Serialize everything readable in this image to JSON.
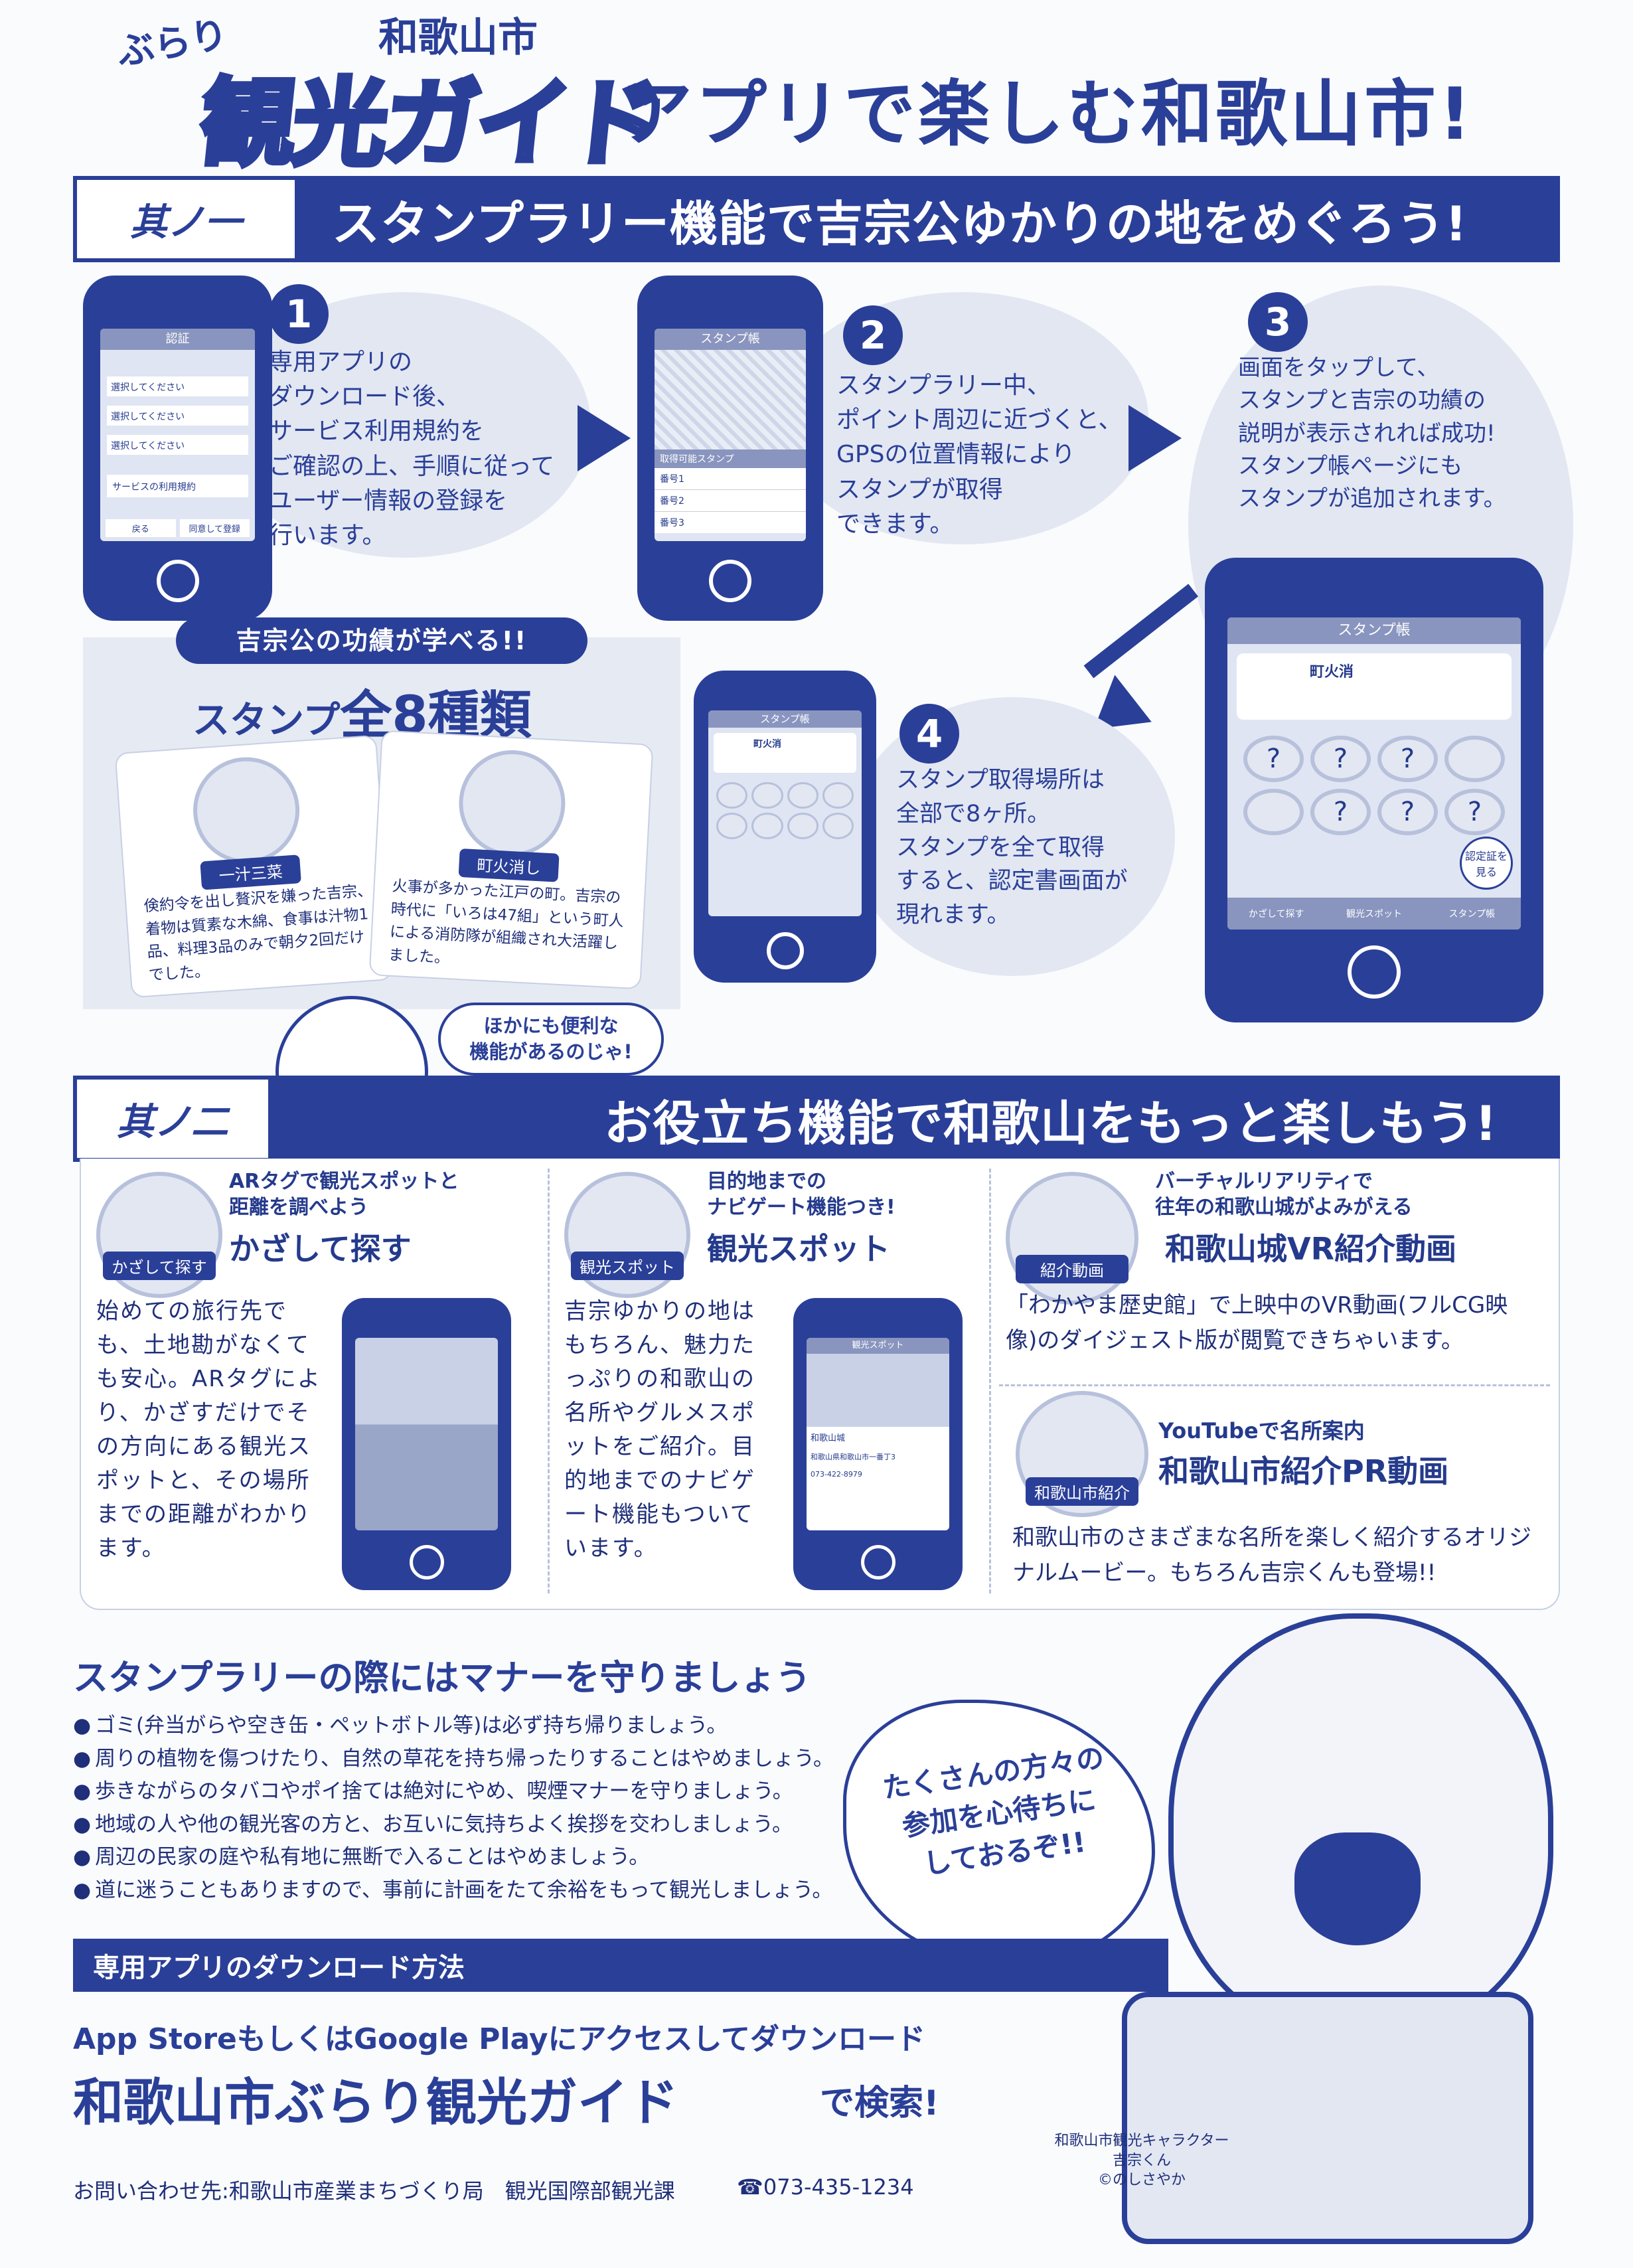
{
  "header": {
    "kicker": "ぶらり",
    "city": "和歌山市",
    "logo": "観光ガイド",
    "headline": "アプリで楽しむ和歌山市!"
  },
  "section1": {
    "tag": "其ノ一",
    "title": "スタンプラリー機能で吉宗公ゆかりの地をめぐろう!",
    "steps": [
      {
        "num": "1",
        "text": "専用アプリの\nダウンロード後、\nサービス利用規約を\nご確認の上、手順に従って\nユーザー情報の登録を\n行います。"
      },
      {
        "num": "2",
        "text": "スタンプラリー中、\nポイント周辺に近づくと、\nGPSの位置情報により\nスタンプが取得\nできます。"
      },
      {
        "num": "3",
        "text": "画面をタップして、\nスタンプと吉宗の功績の\n説明が表示されれば成功!\nスタンプ帳ページにも\nスタンプが追加されます。"
      },
      {
        "num": "4",
        "text": "スタンプ取得場所は\n全部で8ヶ所。\nスタンプを全て取得\nすると、認定書画面が\n現れます。"
      }
    ],
    "phone1": {
      "title": "認証",
      "rows": [
        "選択してください",
        "選択してください",
        "選択してください"
      ],
      "terms": "サービスの利用規約",
      "btn_left": "戻る",
      "btn_right": "同意して登録"
    },
    "phone2": {
      "title": "スタンプ帳",
      "list_title": "取得可能スタンプ",
      "rows": [
        "番号1",
        "番号2",
        "番号3"
      ]
    },
    "phone3": {
      "title": "スタンプ帳",
      "card_title": "町火消",
      "cert": "認定証を見る",
      "tabs": [
        "かざして探す",
        "観光スポット",
        "スタンプ帳"
      ]
    },
    "phone4": {
      "title": "スタンプ帳",
      "card_title": "町火消"
    },
    "stamps": {
      "banner": "吉宗公の功績が学べる!!",
      "title_a": "スタンプ",
      "title_b": "全8種類",
      "cards": [
        {
          "label": "一汁三菜",
          "text": "倹約令を出し贅沢を嫌った吉宗、着物は質素な木綿、食事は汁物1品、料理3品のみで朝夕2回だけでした。"
        },
        {
          "label": "町火消し",
          "text": "火事が多かった江戸の町。吉宗の時代に「いろは47組」という町人による消防隊が組織され大活躍しました。"
        }
      ]
    },
    "speech": "ほかにも便利な\n機能があるのじゃ!"
  },
  "section2": {
    "tag": "其ノ二",
    "title": "お役立ち機能で和歌山をもっと楽しもう!",
    "features": [
      {
        "icon_label": "かざして探す",
        "sub": "ARタグで観光スポットと\n距離を調べよう",
        "title": "かざして探す",
        "text": "始めての旅行先でも、土地勘がなくても安心。ARタグにより、かざすだけでその方向にある観光スポットと、その場所までの距離がわかります。"
      },
      {
        "icon_label": "観光スポット",
        "sub": "目的地までの\nナビゲート機能つき!",
        "title": "観光スポット",
        "text": "吉宗ゆかりの地はもちろん、魅力たっぷりの和歌山の名所やグルメスポットをご紹介。目的地までのナビゲート機能もついています。"
      },
      {
        "icon_label": "紹介動画",
        "sub": "バーチャルリアリティで\n往年の和歌山城がよみがえる",
        "title": "和歌山城VR紹介動画",
        "text": "「わかやま歴史館」で上映中のVR動画(フルCG映像)のダイジェスト版が閲覧できちゃいます。"
      },
      {
        "icon_label": "和歌山市紹介",
        "sub": "YouTubeで名所案内",
        "title": "和歌山市紹介PR動画",
        "text": "和歌山市のさまざまな名所を楽しく紹介するオリジナルムービー。もちろん吉宗くんも登場!!"
      }
    ],
    "spot_phone": {
      "title": "観光スポット",
      "name": "和歌山城",
      "address": "和歌山県和歌山市一番丁3",
      "tel": "073-422-8979"
    }
  },
  "manners": {
    "title": "スタンプラリーの際にはマナーを守りましょう",
    "items": [
      "ゴミ(弁当がらや空き缶・ペットボトル等)は必ず持ち帰りましょう。",
      "周りの植物を傷つけたり、自然の草花を持ち帰ったりすることはやめましょう。",
      "歩きながらのタバコやポイ捨ては絶対にやめ、喫煙マナーを守りましょう。",
      "地域の人や他の観光客の方と、お互いに気持ちよく挨拶を交わしましょう。",
      "周辺の民家の庭や私有地に無断で入ることはやめましょう。",
      "道に迷うこともありますので、事前に計画をたて余裕をもって観光しましょう。"
    ],
    "burst": "たくさんの方々の\n参加を心待ちに\nしておるぞ!!"
  },
  "download": {
    "bar": "専用アプリのダウンロード方法",
    "line1": "App StoreもしくはGoogle Playにアクセスしてダウンロード",
    "app_name": "和歌山市ぶらり観光ガイド",
    "search": "で検索!"
  },
  "footer": {
    "contact": "お問い合わせ先:和歌山市産業まちづくり局　観光国際部観光課",
    "tel": "☎073-435-1234",
    "credit_1": "和歌山市観光キャラクター",
    "credit_2": "吉宗くん",
    "credit_3": "©のしさやか"
  },
  "colors": {
    "primary": "#2a3f98",
    "light": "#e2e7f2"
  }
}
